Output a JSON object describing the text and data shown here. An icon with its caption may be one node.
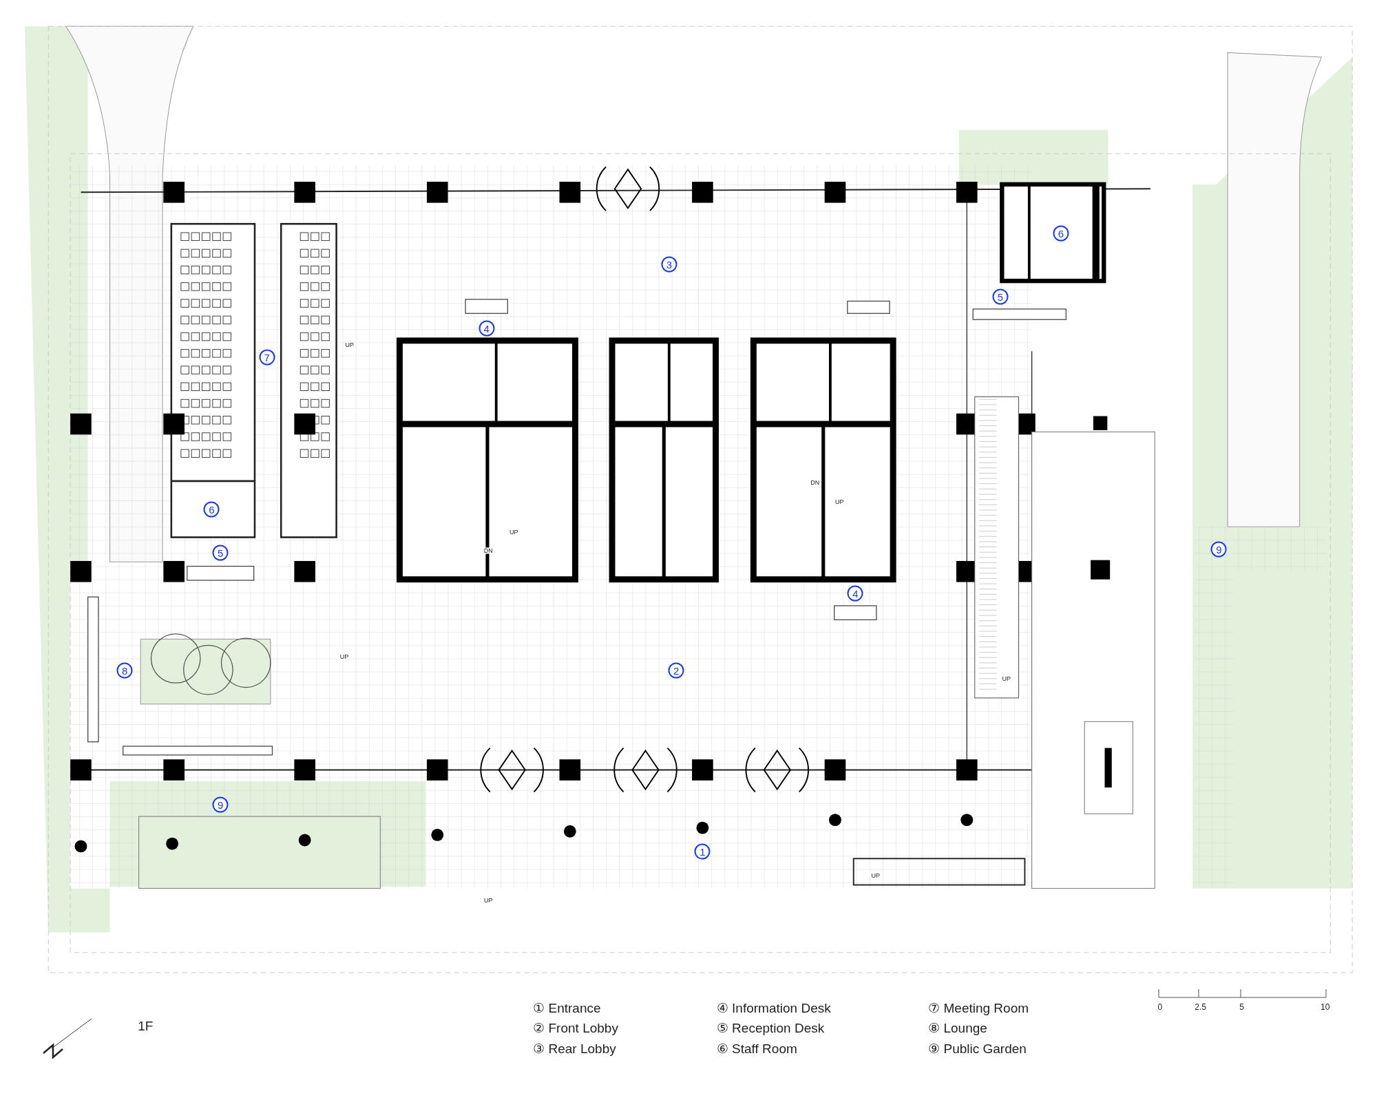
{
  "diagram": {
    "labels": [
      "6",
      "3",
      "5",
      "4",
      "7",
      "UP",
      "DN",
      "UP",
      "DN",
      "UP",
      "6",
      "5",
      "9",
      "4",
      "UP",
      "8",
      "2",
      "UP",
      "9",
      "1",
      "UP",
      "UP",
      "1F",
      "① Entrance",
      "④ Information Desk",
      "⑦ Meeting Room",
      "0",
      "2.5",
      "5",
      "10",
      "② Front Lobby",
      "⑤ Reception Desk",
      "⑧ Lounge",
      "③ Rear Lobby",
      "⑥ Staff Room",
      "⑨ Public Garden"
    ]
  }
}
